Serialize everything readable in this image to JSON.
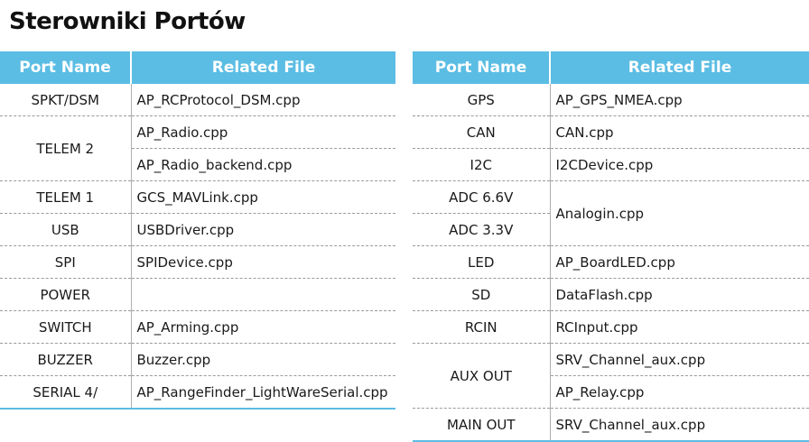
{
  "title": "Sterowniki Portów",
  "tables": {
    "left": {
      "headers": [
        "Port Name",
        "Related File"
      ],
      "rows": [
        {
          "port": "SPKT/DSM",
          "files": [
            "AP_RCProtocol_DSM.cpp"
          ]
        },
        {
          "port": "TELEM 2",
          "files": [
            "AP_Radio.cpp",
            "AP_Radio_backend.cpp"
          ]
        },
        {
          "port": "TELEM 1",
          "files": [
            "GCS_MAVLink.cpp"
          ]
        },
        {
          "port": "USB",
          "files": [
            "USBDriver.cpp"
          ]
        },
        {
          "port": "SPI",
          "files": [
            "SPIDevice.cpp"
          ]
        },
        {
          "port": "POWER",
          "files": [
            ""
          ]
        },
        {
          "port": "SWITCH",
          "files": [
            "AP_Arming.cpp"
          ]
        },
        {
          "port": "BUZZER",
          "files": [
            "Buzzer.cpp"
          ]
        },
        {
          "port": "SERIAL 4/",
          "files": [
            "AP_RangeFinder_LightWareSerial.cpp"
          ]
        }
      ]
    },
    "right": {
      "headers": [
        "Port Name",
        "Related File"
      ],
      "rows": [
        {
          "port": "GPS",
          "file": "AP_GPS_NMEA.cpp"
        },
        {
          "port": "CAN",
          "file": "CAN.cpp"
        },
        {
          "port": "I2C",
          "file": "I2CDevice.cpp"
        },
        {
          "port": "ADC 6.6V",
          "file": "Analogin.cpp"
        },
        {
          "port": "ADC 3.3V",
          "file": null
        },
        {
          "port": "LED",
          "file": "AP_BoardLED.cpp"
        },
        {
          "port": "SD",
          "file": "DataFlash.cpp"
        },
        {
          "port": "RCIN",
          "file": "RCInput.cpp"
        },
        {
          "port": "AUX OUT",
          "file": "SRV_Channel_aux.cpp"
        },
        {
          "port": null,
          "file": "AP_Relay.cpp"
        },
        {
          "port": "MAIN OUT",
          "file": "SRV_Channel_aux.cpp"
        }
      ]
    }
  }
}
